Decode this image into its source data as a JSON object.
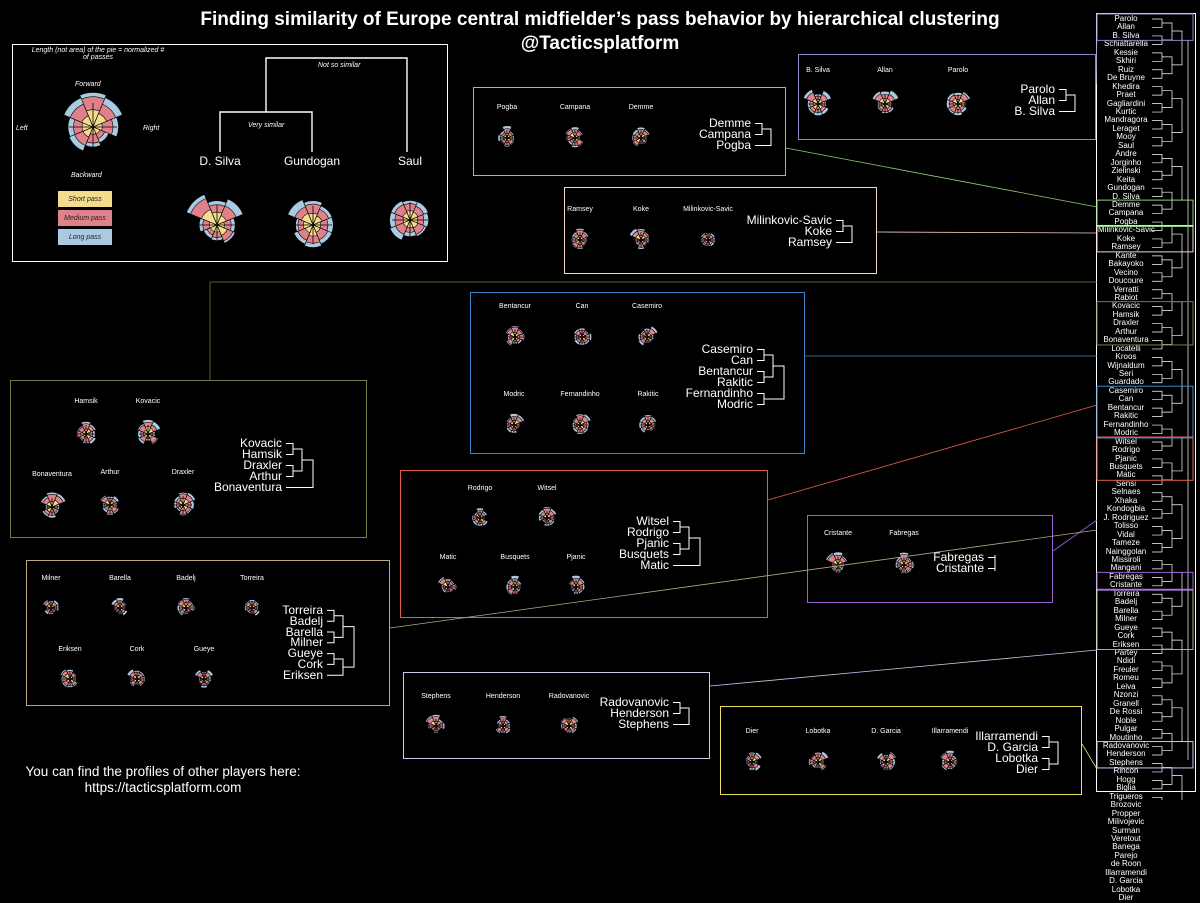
{
  "title": {
    "line1": "Finding similarity of Europe central midfielder’s pass behavior by hierarchical clustering",
    "line2": "@Tacticsplatform"
  },
  "colors": {
    "short": "#f3dc8d",
    "medium": "#e0808a",
    "long": "#a9cbe2",
    "green": "#8ccf7a",
    "peach": "#f4d4c4",
    "blue": "#3f83c9",
    "red": "#e0604a",
    "purple": "#9a63d9",
    "olive": "#6b7f4a",
    "tan": "#b8a680",
    "yellow": "#eee060",
    "slate": "#8a86c8",
    "lilac": "#c8c8f0"
  },
  "legend": {
    "note": "Length (not area) of the pie = normalized # of passes",
    "forward": "Forward",
    "backward": "Backward",
    "left": "Left",
    "right": "Right",
    "short_label": "Short pass",
    "medium_label": "Medium pass",
    "long_label": "Long pass",
    "not_similar": "Not so similar",
    "very_similar": "Very similar",
    "players": [
      "D. Silva",
      "Gundogan",
      "Saul"
    ]
  },
  "clusters": [
    {
      "id": "silva",
      "players": [
        "B. Silva",
        "Allan",
        "Parolo"
      ],
      "dendro": [
        "Parolo",
        "Allan",
        "B. Silva"
      ]
    },
    {
      "id": "pogba",
      "players": [
        "Pogba",
        "Campana",
        "Demme"
      ],
      "dendro": [
        "Demme",
        "Campana",
        "Pogba"
      ]
    },
    {
      "id": "ramsey",
      "players": [
        "Ramsey",
        "Koke",
        "Milinkovic-Savic"
      ],
      "dendro": [
        "Milinkovic-Savic",
        "Koke",
        "Ramsey"
      ]
    },
    {
      "id": "casemiro",
      "players": [
        "Bentancur",
        "Can",
        "Casemiro",
        "Modric",
        "Fernandinho",
        "Rakitic"
      ],
      "dendro": [
        "Casemiro",
        "Can",
        "Bentancur",
        "Rakitic",
        "Fernandinho",
        "Modric"
      ]
    },
    {
      "id": "hamsik",
      "players": [
        "Hamsik",
        "Kovacic",
        "Bonaventura",
        "Arthur",
        "Draxler"
      ],
      "dendro": [
        "Kovacic",
        "Hamsik",
        "Draxler",
        "Arthur",
        "Bonaventura"
      ]
    },
    {
      "id": "witsel",
      "players": [
        "Rodrigo",
        "Witsel",
        "Matic",
        "Busquets",
        "Pjanic"
      ],
      "dendro": [
        "Witsel",
        "Rodrigo",
        "Pjanic",
        "Busquets",
        "Matic"
      ]
    },
    {
      "id": "fabregas",
      "players": [
        "Cristante",
        "Fabregas"
      ],
      "dendro": [
        "Fabregas",
        "Cristante"
      ]
    },
    {
      "id": "torreira",
      "players": [
        "Milner",
        "Barella",
        "Badelj",
        "Torreira",
        "Eriksen",
        "Cork",
        "Gueye"
      ],
      "dendro": [
        "Torreira",
        "Badelj",
        "Barella",
        "Milner",
        "Gueye",
        "Cork",
        "Eriksen"
      ]
    },
    {
      "id": "henderson",
      "players": [
        "Stephens",
        "Henderson",
        "Radovanovic"
      ],
      "dendro": [
        "Radovanovic",
        "Henderson",
        "Stephens"
      ]
    },
    {
      "id": "dier",
      "players": [
        "Dier",
        "Lobotka",
        "D. Garcia",
        "Illarramendi"
      ],
      "dendro": [
        "Illarramendi",
        "D. Garcia",
        "Lobotka",
        "Dier"
      ]
    }
  ],
  "right_list": [
    "Parolo",
    "Allan",
    "B. Silva",
    "Schiattarella",
    "Kessie",
    "Skhiri",
    "Ruiz",
    "De Bruyne",
    "Khedira",
    "Praet",
    "Gagliardini",
    "Kurtic",
    "Mandragora",
    "Leraget",
    "Mooy",
    "Saul",
    "Andre",
    "Jorginho",
    "Zielinski",
    "Keita",
    "Gundogan",
    "D. Silva",
    "Demme",
    "Campana",
    "Pogba",
    "Milinkovic-Savic",
    "Koke",
    "Ramsey",
    "Kante",
    "Bakayoko",
    "Vecino",
    "Doucoure",
    "Verratti",
    "Rabiot",
    "Kovacic",
    "Hamsik",
    "Draxler",
    "Arthur",
    "Bonaventura",
    "Locatelli",
    "Kroos",
    "Wijnaldum",
    "Seri",
    "Guardado",
    "Casemiro",
    "Can",
    "Bentancur",
    "Rakitic",
    "Fernandinho",
    "Modric",
    "Witsel",
    "Rodrigo",
    "Pjanic",
    "Busquets",
    "Matic",
    "Sensi",
    "Selnaes",
    "Xhaka",
    "Kondogbia",
    "J. Rodriguez",
    "Tolisso",
    "Vidal",
    "Tameze",
    "Nainggolan",
    "Missiroli",
    "Mangani",
    "Fabregas",
    "Cristante",
    "Torreira",
    "Badelj",
    "Barella",
    "Milner",
    "Gueye",
    "Cork",
    "Eriksen",
    "Partey",
    "Ndidi",
    "Freuler",
    "Romeu",
    "Leiva",
    "Nzonzi",
    "Granell",
    "De Rossi",
    "Noble",
    "Pulgar",
    "Moutinho",
    "Radovanovic",
    "Henderson",
    "Stephens",
    "Rincon",
    "Hogg",
    "Biglia",
    "Trigueros",
    "Brozovic",
    "Propper",
    "Milivojevic",
    "Surman",
    "Veretout",
    "Banega",
    "Parejo",
    "de Roon",
    "Illarramendi",
    "D. Garcia",
    "Lobotka",
    "Dier"
  ],
  "footer": {
    "line1": "You can find the profiles of other players here:",
    "line2": "https://tacticsplatform.com"
  }
}
